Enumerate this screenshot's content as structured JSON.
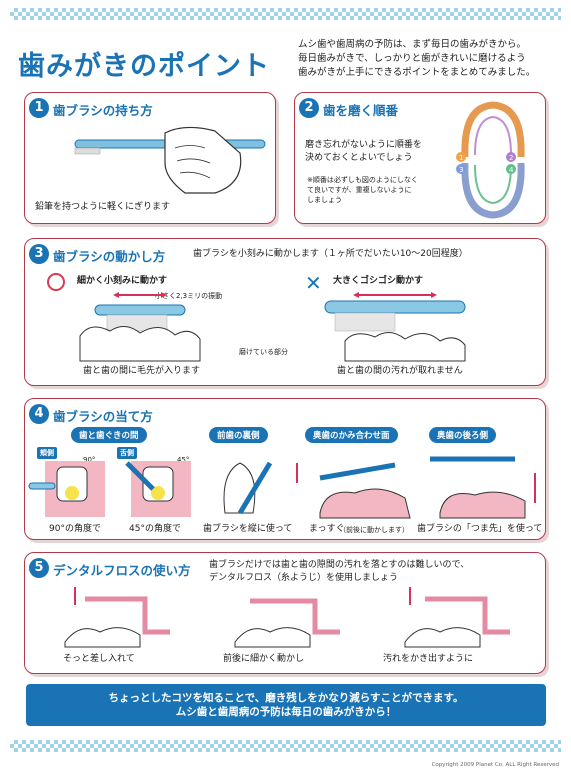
{
  "header": {
    "title": "歯みがきのポイント",
    "intro": [
      "ムシ歯や歯周病の予防は、まず毎日の歯みがきから。",
      "毎日歯みがきで、しっかりと歯がきれいに磨けるよう",
      "歯みがきが上手にできるポイントをまとめてみました。"
    ]
  },
  "sections": {
    "s1": {
      "number": "1",
      "title": "歯ブラシの持ち方",
      "caption": "鉛筆を持つように軽くにぎります"
    },
    "s2": {
      "number": "2",
      "title": "歯を磨く順番",
      "text": [
        "磨き忘れがないように順番を",
        "決めておくとよいでしょう"
      ],
      "note": [
        "※順番は必ずしも図のようにしなく",
        "て良いですが、重複しないように",
        "しましょう"
      ],
      "order_labels": [
        "1",
        "2",
        "3",
        "4"
      ]
    },
    "s3": {
      "number": "3",
      "title": "歯ブラシの動かし方",
      "subtitle": "歯ブラシを小刻みに動かします（１ヶ所でだいたい10〜20回程度）",
      "good_label": "細かく小刻みに動かす",
      "good_sub": "小さく2,3ミリの振動",
      "bad_label": "大きくゴシゴシ動かす",
      "worn_label": "磨けている部分",
      "good_caption": "歯と歯の間に毛先が入ります",
      "bad_caption": "歯と歯の間の汚れが取れません"
    },
    "s4": {
      "number": "4",
      "title": "歯ブラシの当て方",
      "tags": [
        "歯と歯ぐきの間",
        "前歯の裏側",
        "奥歯のかみ合わせ面",
        "奥歯の後ろ側"
      ],
      "side_labels": [
        "頬側",
        "舌側"
      ],
      "angles": [
        "90°",
        "45°"
      ],
      "captions": [
        "90°の角度で",
        "45°の角度で",
        "歯ブラシを縦に使って",
        "まっすぐ",
        "（前後に動かします）",
        "歯ブラシの「つま先」を使って"
      ]
    },
    "s5": {
      "number": "5",
      "title": "デンタルフロスの使い方",
      "subtitle": [
        "歯ブラシだけでは歯と歯の隙間の汚れを落とすのは難しいので、",
        "デンタルフロス（糸ようじ）を使用しましょう"
      ],
      "captions": [
        "そっと差し入れて",
        "前後に細かく動かし",
        "汚れをかき出すように"
      ]
    }
  },
  "footer": {
    "line1": "ちょっとしたコツを知ることで、磨き残しをかなり減らすことができます。",
    "line2": "ムシ歯と歯周病の予防は毎日の歯みがきから！",
    "copyright": "Copyright 2009 Planet Co. ALL Right Reserved"
  },
  "colors": {
    "accent": "#1a73b5",
    "panel_border": "#b03a4a",
    "gum": "#d6315a",
    "checker": "#9fd3e8"
  }
}
